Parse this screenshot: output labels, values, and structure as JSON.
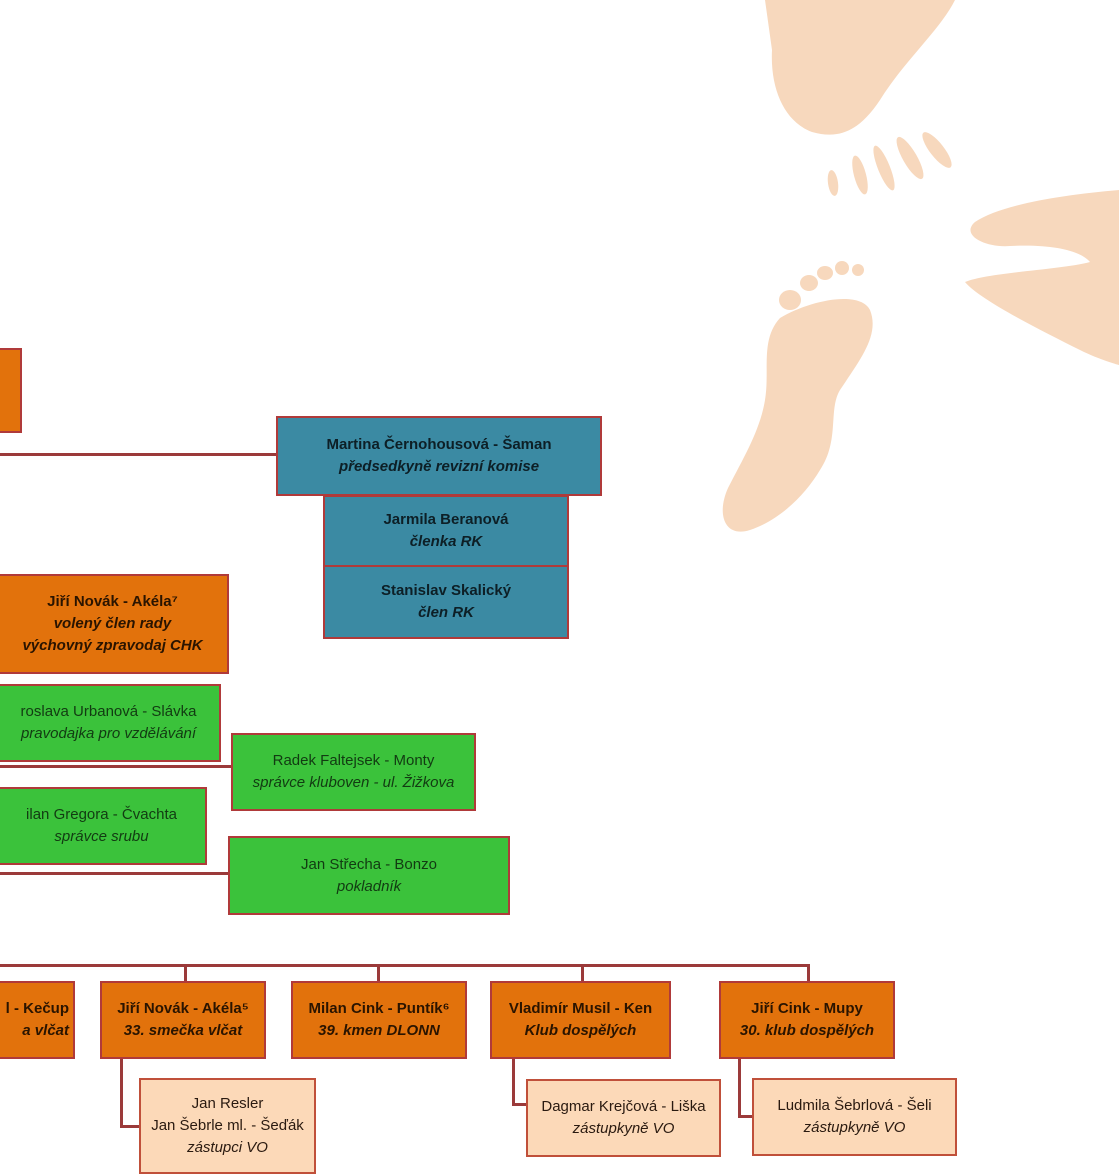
{
  "colors": {
    "orange": "#e2720c",
    "blue": "#3b8aa3",
    "green": "#3bc23b",
    "peach": "#fcd9b8",
    "connector": "#9b3a3a",
    "footprint": "#f7d8bd"
  },
  "decoration": {
    "icon": "footprints-icon"
  },
  "revision_committee": {
    "chair": {
      "name": "Martina Černohousová - Šaman",
      "role": "předsedkyně revizní komise"
    },
    "members": [
      {
        "name": "Jarmila Beranová",
        "role": "členka RK"
      },
      {
        "name": "Stanislav Skalický",
        "role": "člen RK"
      }
    ]
  },
  "council": [
    {
      "name": "Jiří Novák - Akéla⁷",
      "role": "volený člen rady",
      "role2": "výchovný zpravodaj CHK"
    }
  ],
  "officers": [
    {
      "name": "roslava Urbanová - Slávka",
      "role": "pravodajka pro vzdělávání"
    },
    {
      "name": "Radek Faltejsek - Monty",
      "role": "správce kluboven - ul. Žižkova"
    },
    {
      "name": "ilan Gregora - Čvachta",
      "role": "správce srubu"
    },
    {
      "name": "Jan Střecha - Bonzo",
      "role": "pokladník"
    }
  ],
  "units": [
    {
      "name": "l - Kečup",
      "role": "a vlčat"
    },
    {
      "name": "Jiří Novák - Akéla⁵",
      "role": "33. smečka vlčat"
    },
    {
      "name": "Milan Cink - Puntík⁶",
      "role": "39. kmen DLONN"
    },
    {
      "name": "Vladimír Musil - Ken",
      "role": "Klub dospělých"
    },
    {
      "name": "Jiří Cink - Mupy",
      "role": "30. klub dospělých"
    }
  ],
  "deputies": [
    {
      "line1": "Jan Resler",
      "line2": "Jan Šebrle ml. - Šeďák",
      "role": "zástupci VO"
    },
    {
      "name": "Dagmar Krejčová - Liška",
      "role": "zástupkyně VO"
    },
    {
      "name": "Ludmila Šebrlová - Šeli",
      "role": "zástupkyně VO"
    }
  ]
}
